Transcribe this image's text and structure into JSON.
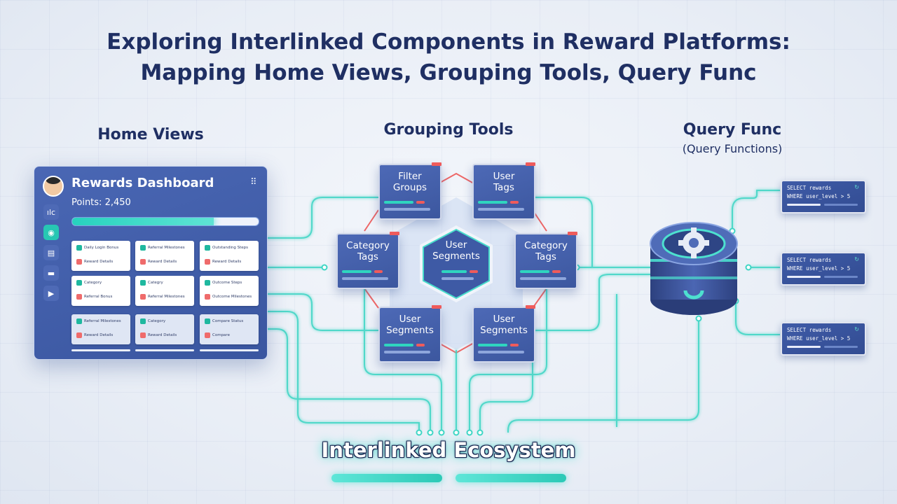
{
  "title": {
    "line1": "Exploring Interlinked Components in Reward Platforms:",
    "line2": "Mapping Home Views, Grouping Tools, Query Func"
  },
  "sections": {
    "home": "Home Views",
    "grouping": "Grouping Tools",
    "query": "Query Func",
    "query_sub": "(Query Functions)"
  },
  "dashboard": {
    "title": "Rewards Dashboard",
    "menu_icon": "⠿",
    "points": "Points: 2,450",
    "progress_pct": 76,
    "side_icons": [
      {
        "icon": "user-group-icon",
        "glyph": "ılc",
        "active": false
      },
      {
        "icon": "person-icon",
        "glyph": "◉",
        "active": true
      },
      {
        "icon": "calendar-icon",
        "glyph": "▤",
        "active": false
      },
      {
        "icon": "folder-icon",
        "glyph": "▬",
        "active": false
      },
      {
        "icon": "play-icon",
        "glyph": "▶",
        "active": false
      }
    ],
    "tiles": [
      {
        "t1": "Daily Login Bonus",
        "t2": "Reward Details",
        "faded": false
      },
      {
        "t1": "Referral Milestones",
        "t2": "Reward Details",
        "faded": false
      },
      {
        "t1": "Outstanding Steps",
        "t2": "Reward Details",
        "faded": false
      },
      {
        "t1": "Category",
        "t2": "Referral Bonus",
        "faded": false
      },
      {
        "t1": "Categry",
        "t2": "Referral Milestones",
        "faded": false
      },
      {
        "t1": "Outcome Steps",
        "t2": "Outcome Milestones",
        "faded": false
      },
      {
        "t1": "Referral Milestones",
        "t2": "Reward Details",
        "faded": true
      },
      {
        "t1": "Category",
        "t2": "Reward Details",
        "faded": true
      },
      {
        "t1": "Compare Status",
        "t2": "Compare",
        "faded": true
      }
    ]
  },
  "grouping": {
    "cards": [
      {
        "label1": "Filter",
        "label2": "Groups"
      },
      {
        "label1": "User",
        "label2": "Tags"
      },
      {
        "label1": "Category",
        "label2": "Tags"
      },
      {
        "label1": "Category",
        "label2": "Tags"
      },
      {
        "label1": "User",
        "label2": "Segments"
      },
      {
        "label1": "User",
        "label2": "Segments"
      }
    ],
    "center": {
      "label1": "User",
      "label2": "Segments"
    }
  },
  "query": {
    "boxes": [
      {
        "line1": "SELECT rewards",
        "line2": "WHERE user_level > 5"
      },
      {
        "line1": "SELECT rewards",
        "line2": "WHERE user_level > 5"
      },
      {
        "line1": "SELECT rewards",
        "line2": "WHERE user_level > 5"
      }
    ],
    "refresh_icon": "↻"
  },
  "footer": {
    "label": "Interlinked Ecosystem"
  },
  "colors": {
    "accent_teal": "#2fd5bf",
    "accent_red": "#ef5b5b",
    "card_blue": "#4a67b4",
    "title_navy": "#1f2f63"
  }
}
